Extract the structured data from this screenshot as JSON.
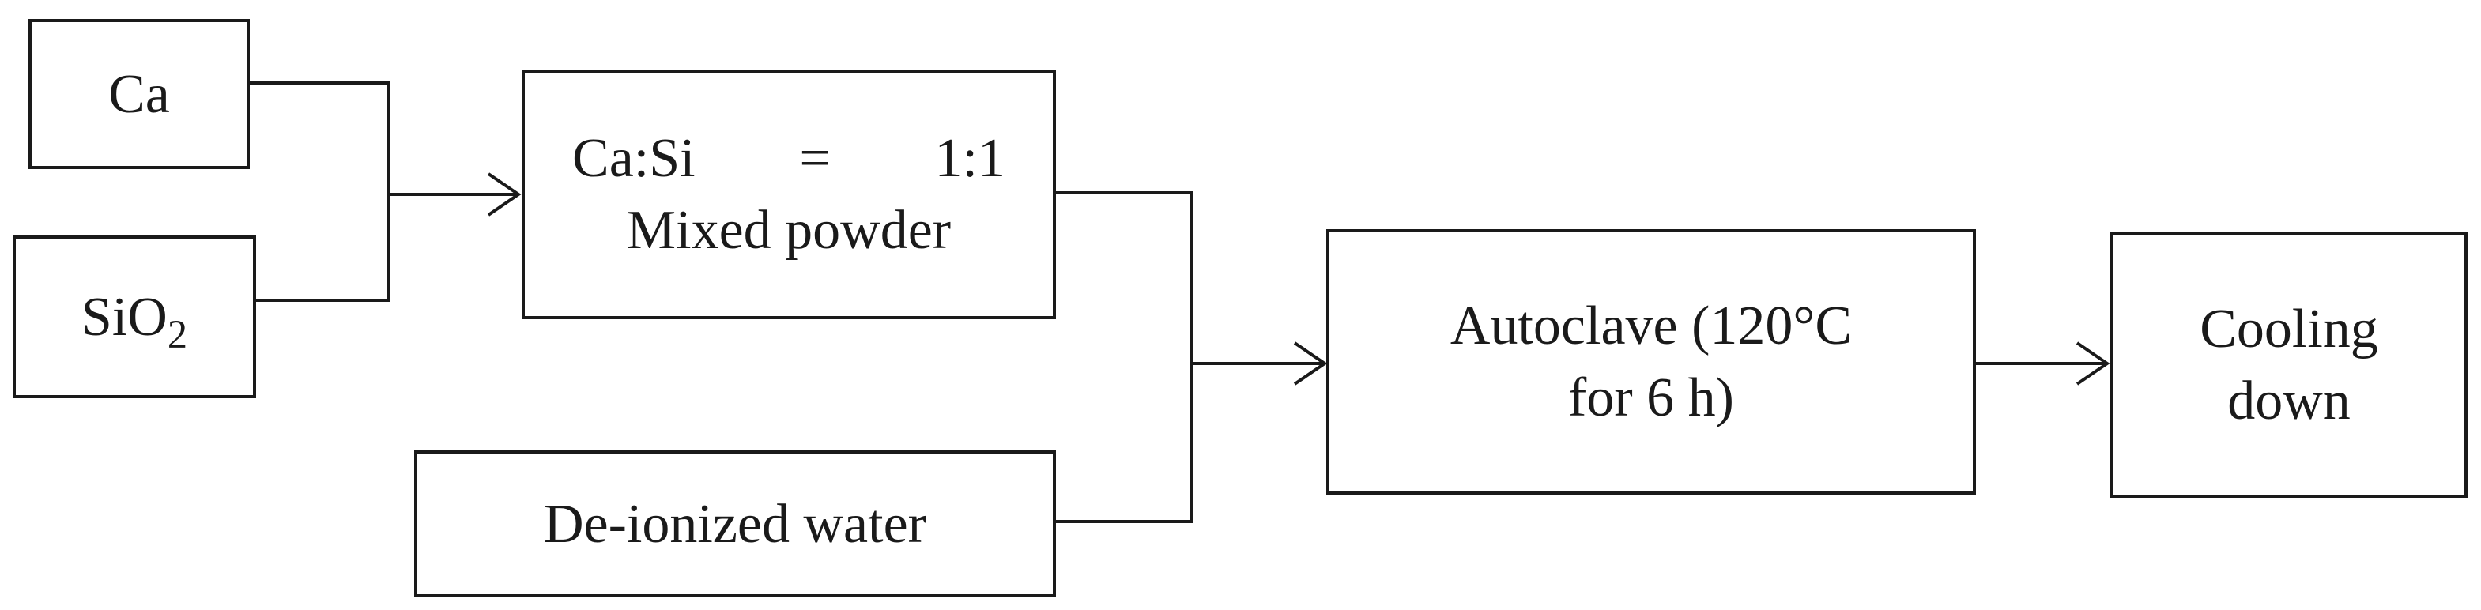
{
  "nodes": {
    "ca": {
      "label": "Ca"
    },
    "sio2": {
      "label_main": "SiO",
      "label_sub": "2"
    },
    "mix": {
      "left": "Ca:Si",
      "op": "=",
      "right": "1:1",
      "line2": "Mixed powder"
    },
    "water": {
      "label": "De-ionized water"
    },
    "autoclave": {
      "line1": "Autoclave (120°C",
      "line2": "for 6 h)"
    },
    "cooling": {
      "line1": "Cooling",
      "line2": "down"
    }
  },
  "colors": {
    "stroke": "#1a1a1a",
    "background": "#ffffff"
  }
}
